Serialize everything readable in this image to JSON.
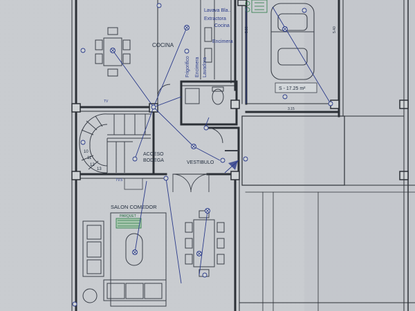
{
  "rooms": {
    "kitchen": "COCINA",
    "bodega": [
      "ACCESO",
      "BODEGA"
    ],
    "vestibule": "VESTIBULO",
    "living": "SALON COMEDOR",
    "garage_area": "S - 17.25 m²",
    "parquet": "PARQUET"
  },
  "appliances": {
    "dishwasher": "Lavava Bla..",
    "extractor": "Extractora",
    "cooktop": "Cocina",
    "ceiling_light": "Encimera",
    "fridge": "Frigorifico",
    "counter_lamp": "Encimera",
    "washer": "Lavadora"
  },
  "dimensions": {
    "garage_width": "3.15",
    "garage_left": "5.80",
    "garage_right": "5.40"
  },
  "stair_numbers": [
    "10",
    "11",
    "12",
    "13"
  ],
  "codes": {
    "tv": "TV",
    "tv2": "TV.5"
  },
  "colors": {
    "paper": "#c9ccd0",
    "wall": "#2c3036",
    "line": "#3a3f48",
    "circuit": "#2a3a8a",
    "green": "#2a7a45"
  }
}
